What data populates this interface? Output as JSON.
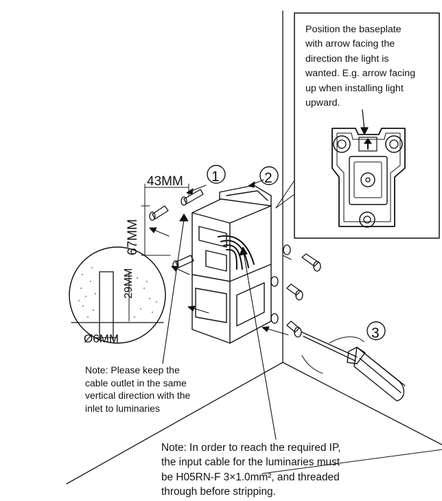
{
  "callout": {
    "text": "Position the baseplate\nwith arrow facing the\ndirection the light is\nwanted. E.g. arrow facing\nup when installing light\nupward."
  },
  "dimensions": {
    "width": "43MM",
    "height": "67MM",
    "depth": "29MM",
    "diameter": "Ø6MM"
  },
  "steps": [
    "1",
    "2",
    "3"
  ],
  "notes": {
    "cable_outlet": "Note: Please keep the\ncable outlet in the same\nvertical direction with the\ninlet to luminaries",
    "ip_rating": "Note: In order to reach the required IP,\nthe input cable for the luminaries must\nbe H05RN-F  3×1.0mm², and threaded\nthrough before stripping."
  }
}
